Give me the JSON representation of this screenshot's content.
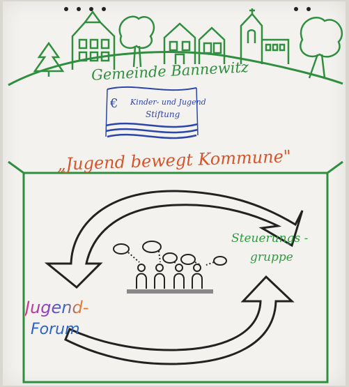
{
  "header": {
    "municipality": "Gemeinde Bannewitz",
    "foundation_line1": "Kinder- und Jugend",
    "foundation_line2": "Stiftung",
    "foundation_symbol": "€"
  },
  "slogan": "„Jugend bewegt Kommune\"",
  "cycle": {
    "right_label_line1": "Steuerungs -",
    "right_label_line2": "gruppe",
    "left_label_line1": "Jugend-",
    "left_label_line2": "Forum"
  },
  "colors": {
    "green": "#2f8f3e",
    "orange": "#d5552b",
    "blue": "#2b45a8",
    "black": "#222222"
  }
}
